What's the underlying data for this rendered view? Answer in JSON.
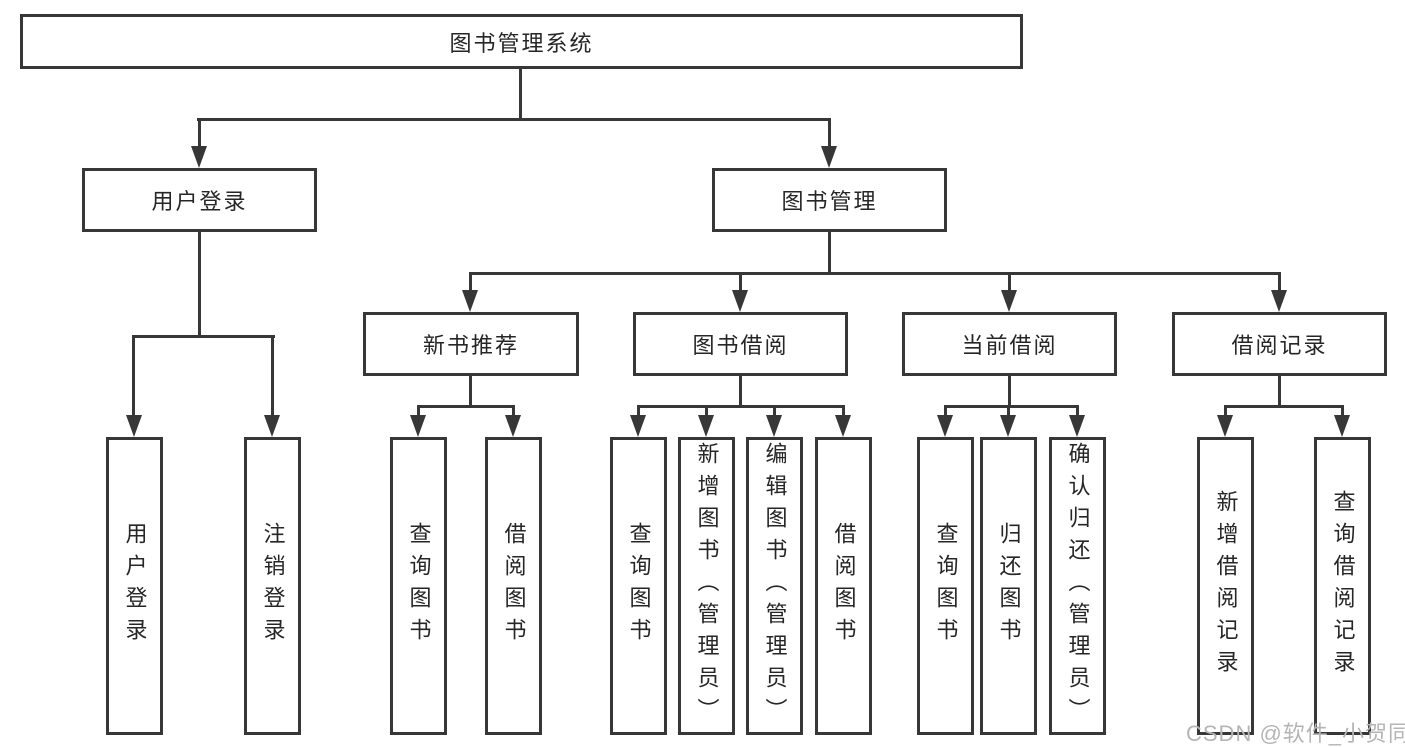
{
  "diagram_title": "图书管理系统",
  "colors": {
    "line": "#373737",
    "text": "#262626",
    "watermark": "#b5b5b5",
    "background": "#ffffff"
  },
  "tree": {
    "label": "图书管理系统",
    "children": [
      {
        "label": "用户登录",
        "children": [
          {
            "label": "用户登录"
          },
          {
            "label": "注销登录"
          }
        ]
      },
      {
        "label": "图书管理",
        "children": [
          {
            "label": "新书推荐",
            "children": [
              {
                "label": "查询图书"
              },
              {
                "label": "借阅图书"
              }
            ]
          },
          {
            "label": "图书借阅",
            "children": [
              {
                "label": "查询图书"
              },
              {
                "label": "新增图书（管理员）"
              },
              {
                "label": "编辑图书（管理员）"
              },
              {
                "label": "借阅图书"
              }
            ]
          },
          {
            "label": "当前借阅",
            "children": [
              {
                "label": "查询图书"
              },
              {
                "label": "归还图书"
              },
              {
                "label": "确认归还（管理员）"
              }
            ]
          },
          {
            "label": "借阅记录",
            "children": [
              {
                "label": "新增借阅记录"
              },
              {
                "label": "查询借阅记录"
              }
            ]
          }
        ]
      }
    ]
  },
  "watermark": {
    "text": "CSDN @软件_小贺同学"
  }
}
